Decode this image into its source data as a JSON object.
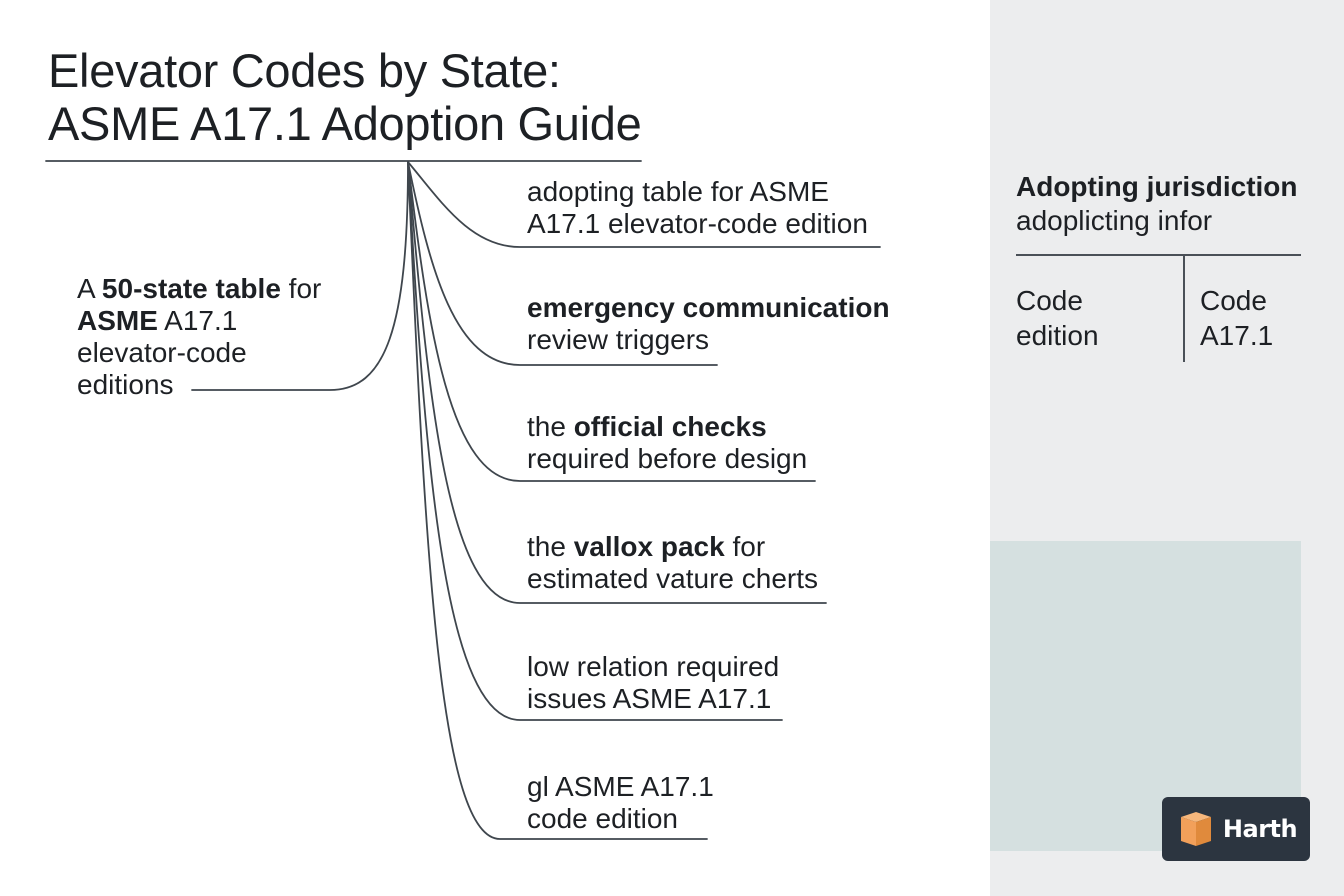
{
  "title": {
    "line1": "Elevator Codes by State:",
    "line2": "ASME A17.1 Adoption Guide"
  },
  "intro": {
    "line1_pre": "A ",
    "line1_bold": "50-state table",
    "line1_post": " for",
    "line2_bold": "ASME",
    "line2_post": " A17.1",
    "line3": "elevator-code",
    "line4": "editions"
  },
  "branches": [
    {
      "line1": "adopting table for ASME",
      "line2": "A17.1 elevator-code edition"
    },
    {
      "line1_bold": "emergency communication",
      "line2": "review triggers"
    },
    {
      "line1_pre": "the ",
      "line1_bold": "official checks",
      "line2": "required before design"
    },
    {
      "line1_pre": "the ",
      "line1_bold": "vallox pack",
      "line1_post": " for",
      "line2": "estimated vature cherts"
    },
    {
      "line1": "low relation required",
      "line2": "issues ASME A17.1"
    },
    {
      "line1": "gl ASME A17.1",
      "line2": "code edition"
    }
  ],
  "panel": {
    "heading_bold": "Adopting jurisdiction",
    "heading_sub": "adoplicting infor",
    "cells": [
      {
        "line1": "Code",
        "line2": "edition"
      },
      {
        "line1": "Code",
        "line2": "A17.1"
      }
    ]
  },
  "logo": {
    "text": "Harth",
    "icon": "cube-icon",
    "accent": "#f2a05a"
  },
  "colors": {
    "line": "#3f464d",
    "panel": "#ecedee",
    "panel_block": "#d5e0e0",
    "logo_bg": "#2c3540"
  }
}
